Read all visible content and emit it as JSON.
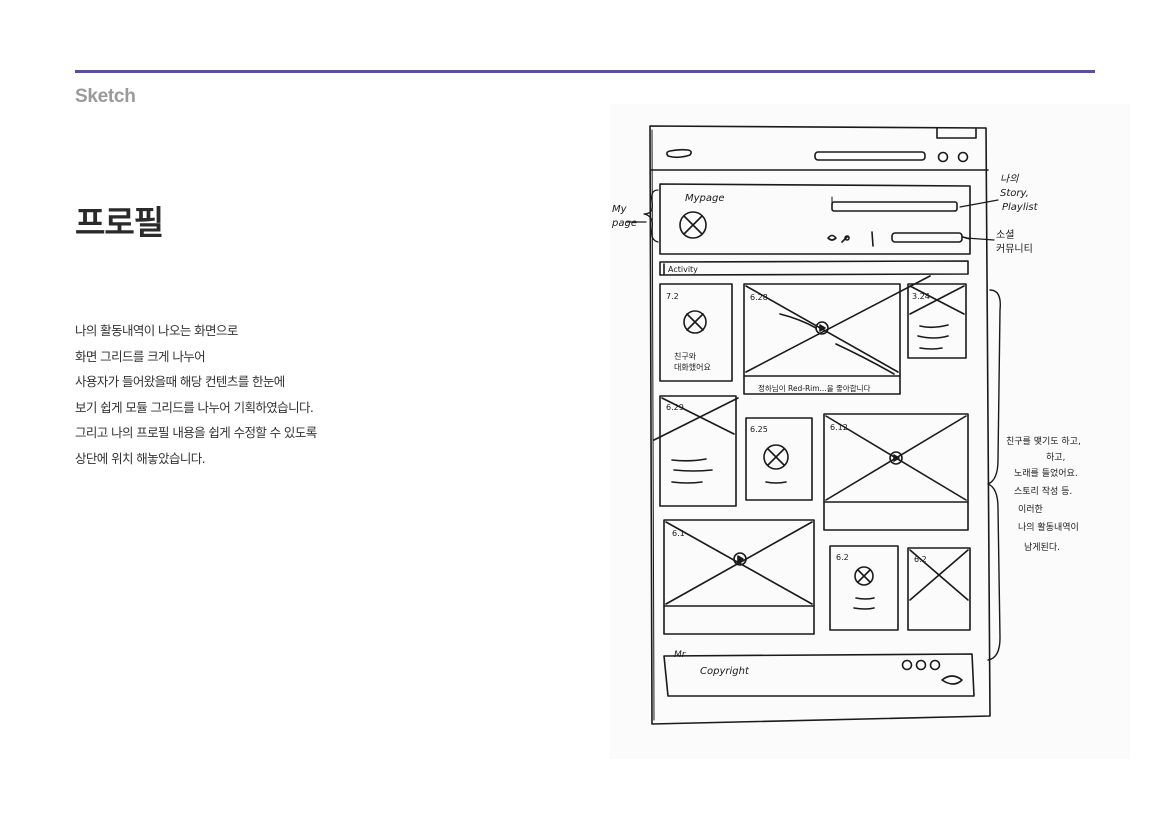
{
  "section": {
    "label": "Sketch"
  },
  "page": {
    "title": "프로필"
  },
  "description": {
    "lines": [
      "나의 활동내역이 나오는 화면으로",
      "화면 그리드를 크게 나누어",
      "사용자가 들어왔을때 해당 컨텐츠를 한눈에",
      "보기 쉽게 모듈 그리드를 나누어 기획하였습니다.",
      "그리고 나의 프로필 내용을 쉽게 수정할 수 있도록",
      "상단에 위치 해놓았습니다."
    ]
  },
  "sketch": {
    "header_notes": {
      "mypage_label": "Mypage",
      "activity_label": "Activity",
      "copyright_label": "Copyright",
      "footer_mark": "Mr"
    },
    "left_note": {
      "line1": "My",
      "line2": "page"
    },
    "right_note_top": {
      "line1": "나의",
      "line2": "Story,",
      "line3": "Playlist"
    },
    "right_note_social": {
      "line1": "소셜",
      "line2": "커뮤니티"
    },
    "cards": {
      "card1_date": "7.2",
      "card1_caption_1": "친구와",
      "card1_caption_2": "대화했어요",
      "card2_date": "6.28",
      "card2_caption": "정하님이 Red-Rim...을 좋아합니다",
      "card3_date": "3.24",
      "card4_date": "6.29",
      "card5_date": "6.25",
      "card6_date": "6.12",
      "card7_date": "6.1",
      "card8_date": "6.2",
      "card9_date": "6.2"
    },
    "right_note_activity": {
      "line1": "친구를 맺기도 하고,",
      "line2": "하고,",
      "line3": "노래를 들었어요.",
      "line4": "스토리 작성 등.",
      "line5": "이러한",
      "line6": "나의 활동내역이",
      "line7": "남게된다."
    }
  }
}
